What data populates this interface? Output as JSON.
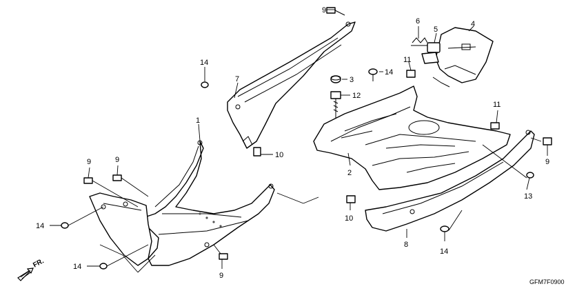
{
  "diagram_code": "GFM7F0900",
  "direction_label": "FR.",
  "callouts": [
    {
      "id": "c9a",
      "label": "9"
    },
    {
      "id": "c6",
      "label": "6"
    },
    {
      "id": "c5",
      "label": "5"
    },
    {
      "id": "c4",
      "label": "4"
    },
    {
      "id": "c11a",
      "label": "11"
    },
    {
      "id": "c14a",
      "label": "14"
    },
    {
      "id": "c7",
      "label": "7"
    },
    {
      "id": "c3",
      "label": "3"
    },
    {
      "id": "c14b",
      "label": "14"
    },
    {
      "id": "c12",
      "label": "12"
    },
    {
      "id": "c11b",
      "label": "11"
    },
    {
      "id": "c1",
      "label": "1"
    },
    {
      "id": "c10a",
      "label": "10"
    },
    {
      "id": "c2",
      "label": "2"
    },
    {
      "id": "c9b",
      "label": "9"
    },
    {
      "id": "c9c",
      "label": "9"
    },
    {
      "id": "c9d",
      "label": "9"
    },
    {
      "id": "c13",
      "label": "13"
    },
    {
      "id": "c10b",
      "label": "10"
    },
    {
      "id": "c14c",
      "label": "14"
    },
    {
      "id": "c8",
      "label": "8"
    },
    {
      "id": "c14d",
      "label": "14"
    },
    {
      "id": "c14e",
      "label": "14"
    },
    {
      "id": "c9e",
      "label": "9"
    }
  ]
}
